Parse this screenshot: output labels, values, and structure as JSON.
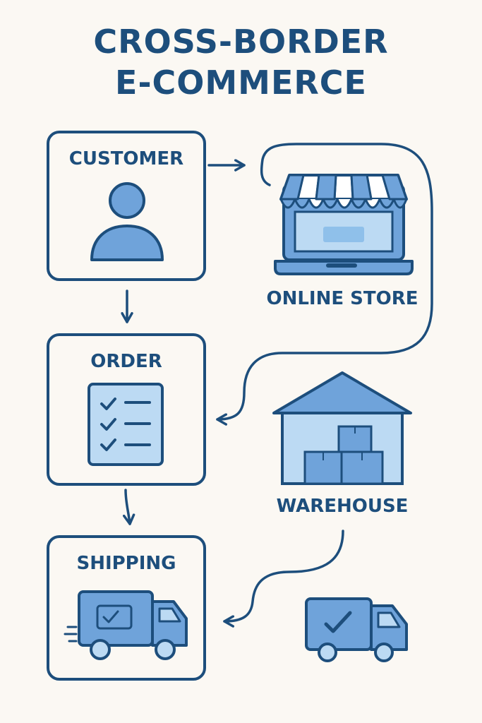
{
  "title": {
    "line1": "CROSS-BORDER",
    "line2": "E-COMMERCE"
  },
  "nodes": {
    "customer": "CUSTOMER",
    "online_store": "ONLINE STORE",
    "order": "ORDER",
    "warehouse": "WAREHOUSE",
    "shipping": "SHIPPING"
  },
  "colors": {
    "primary": "#1d4e7c",
    "fill": "#6fa3da",
    "light_fill": "#bcdaf3",
    "background": "#fbf8f3"
  },
  "icons": {
    "customer": "person-icon",
    "online_store": "laptop-store-icon",
    "order": "checklist-icon",
    "warehouse": "warehouse-icon",
    "shipping": "delivery-truck-icon",
    "delivered": "truck-check-icon"
  }
}
